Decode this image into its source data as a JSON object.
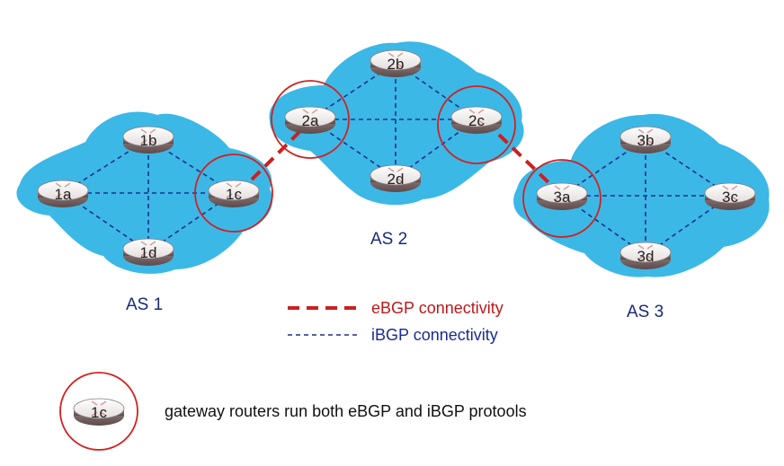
{
  "colors": {
    "cloud": "#3cb8e6",
    "ebgp": "#cc2020",
    "ibgp": "#1f2f8c",
    "gateway_ring": "#d32020"
  },
  "as_labels": {
    "as1": "AS 1",
    "as2": "AS 2",
    "as3": "AS 3"
  },
  "routers": {
    "r1a": "1a",
    "r1b": "1b",
    "r1c": "1c",
    "r1d": "1d",
    "r2a": "2a",
    "r2b": "2b",
    "r2c": "2c",
    "r2d": "2d",
    "r3a": "3a",
    "r3b": "3b",
    "r3c": "3c",
    "r3d": "3d"
  },
  "legend": {
    "ebgp_label": "eBGP connectivity",
    "ibgp_label": "iBGP connectivity"
  },
  "gateway_note": {
    "router_label": "1c",
    "text": "gateway routers run both eBGP and iBGP protools"
  },
  "icons": {
    "router": "router-icon",
    "gateway_marker": "gateway-circle-icon"
  }
}
